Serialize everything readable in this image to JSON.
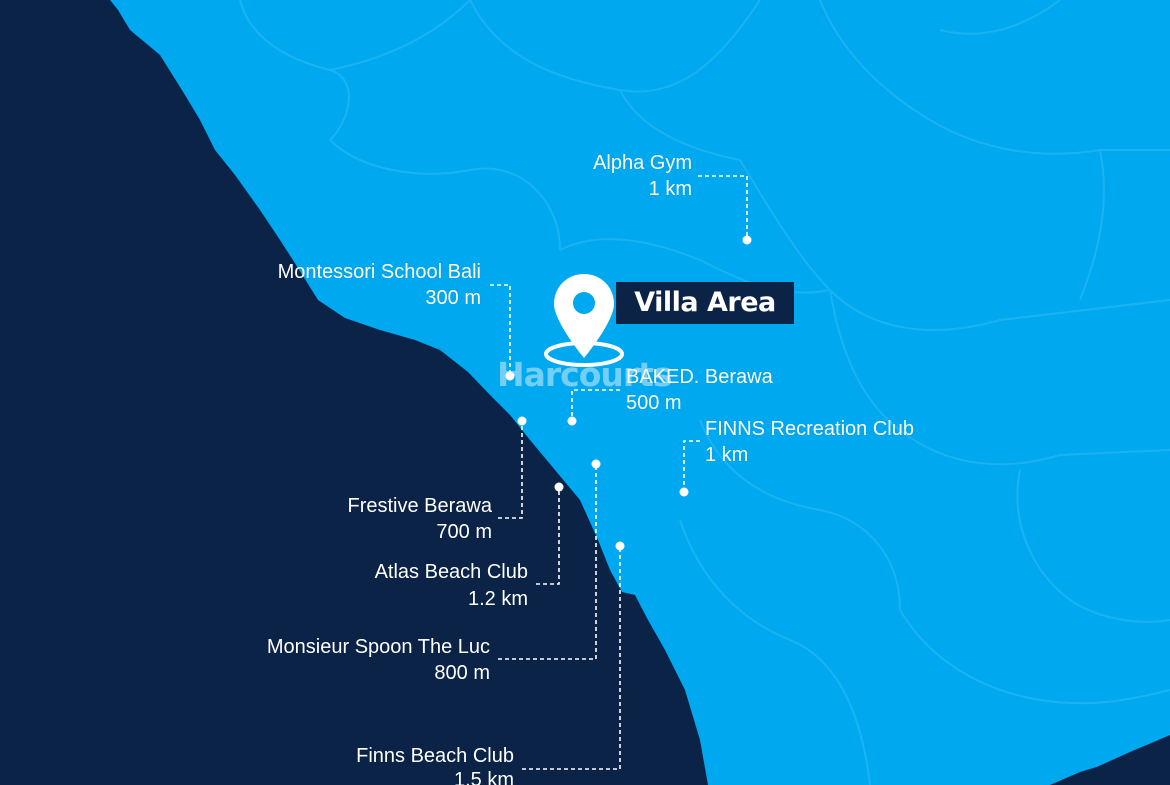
{
  "colors": {
    "sea": "#0b2347",
    "land": "#00a8ef",
    "land_lines": "#3fc0f7",
    "label_text": "#ffffff",
    "villa_label_bg": "#0b2347"
  },
  "watermark": "Harcourts",
  "villa": {
    "label": "Villa Area",
    "icon": "map-pin-icon"
  },
  "pois": [
    {
      "id": "alpha-gym",
      "name": "Alpha Gym",
      "distance": "1 km"
    },
    {
      "id": "montessori",
      "name": "Montessori School Bali",
      "distance": "300 m"
    },
    {
      "id": "baked",
      "name": "BAKED. Berawa",
      "distance": "500 m"
    },
    {
      "id": "finns-rec",
      "name": "FINNS Recreation Club",
      "distance": "1 km"
    },
    {
      "id": "frestive",
      "name": "Frestive Berawa",
      "distance": "700 m"
    },
    {
      "id": "atlas",
      "name": "Atlas Beach Club",
      "distance": "1.2 km"
    },
    {
      "id": "monsieur-spoon",
      "name": "Monsieur Spoon The Luc",
      "distance": "800 m"
    },
    {
      "id": "finns-beach",
      "name": "Finns Beach Club",
      "distance": "1.5 km"
    }
  ]
}
